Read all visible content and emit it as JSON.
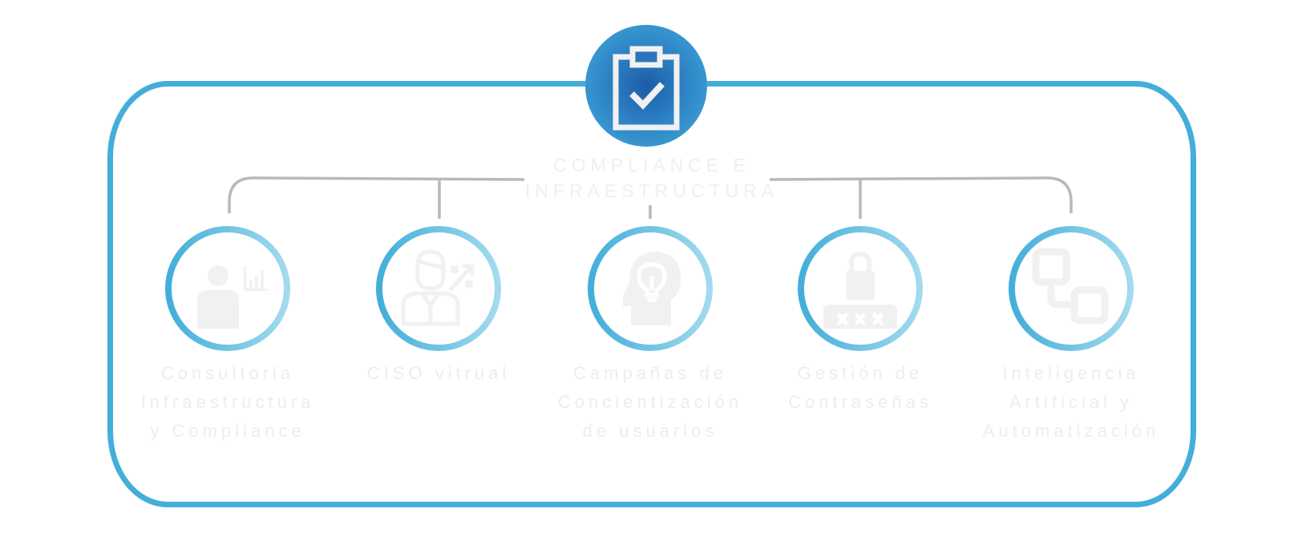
{
  "diagram": {
    "title": {
      "line1": "COMPLIANCE E",
      "line2": "INFRAESTRUCTURA"
    },
    "center_icon": "clipboard-check-icon",
    "colors": {
      "frame": "#43aed9",
      "badge_dark": "#1d5ca8",
      "badge_light": "#43aed9",
      "ring_start": "#43aed9",
      "ring_end": "#9fd8ee",
      "connector": "#b8b8b8",
      "icon_fill": "#f1f1f1",
      "text": "#eeeeee"
    },
    "nodes": [
      {
        "icon": "consultant-chart-icon",
        "line1": "Consultoria",
        "line2": "Infraestructura",
        "line3": "y Compliance"
      },
      {
        "icon": "strategist-icon",
        "line1": "CISO vitrual",
        "line2": "",
        "line3": ""
      },
      {
        "icon": "head-lightbulb-icon",
        "line1": "Campañas de",
        "line2": "Concientización",
        "line3": "de usuarios"
      },
      {
        "icon": "password-lock-icon",
        "line1": "Gestión de",
        "line2": "Contraseñas",
        "line3": ""
      },
      {
        "icon": "workflow-automation-icon",
        "line1": "Inteligencia",
        "line2": "Artificial y",
        "line3": "Automatización"
      }
    ]
  }
}
